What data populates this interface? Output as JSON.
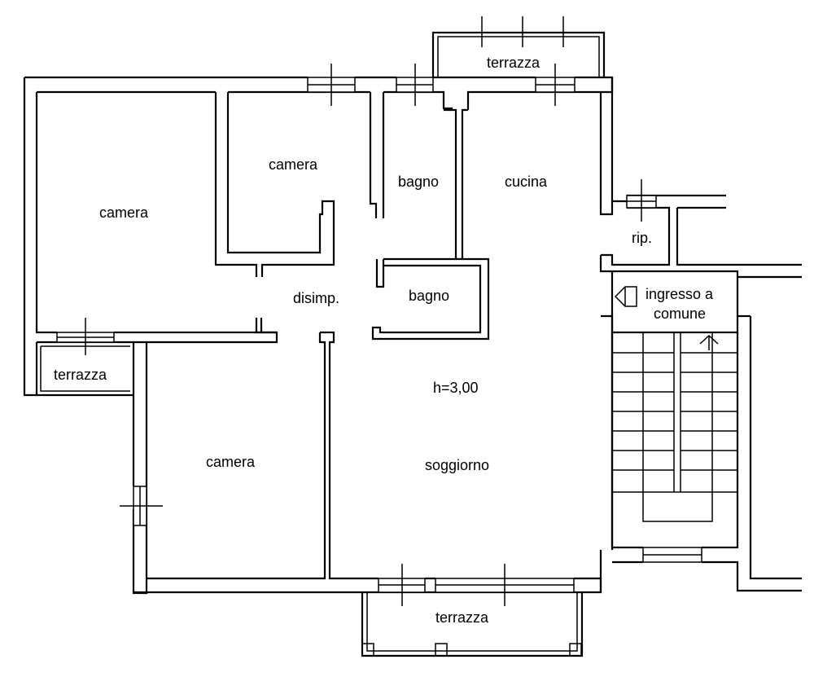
{
  "rooms": {
    "camera_large": "camera",
    "camera_upper": "camera",
    "camera_lower": "camera",
    "bagno_upper": "bagno",
    "bagno_lower": "bagno",
    "cucina": "cucina",
    "disimpegno": "disimp.",
    "ripostiglio": "rip.",
    "soggiorno": "soggiorno",
    "terrazza_top": "terrazza",
    "terrazza_left": "terrazza",
    "terrazza_bottom": "terrazza",
    "ingresso_line1": "ingresso a",
    "ingresso_line2": "comune"
  },
  "ceiling_height": "h=3,00",
  "colors": {
    "line": "#000000",
    "background": "#ffffff"
  }
}
